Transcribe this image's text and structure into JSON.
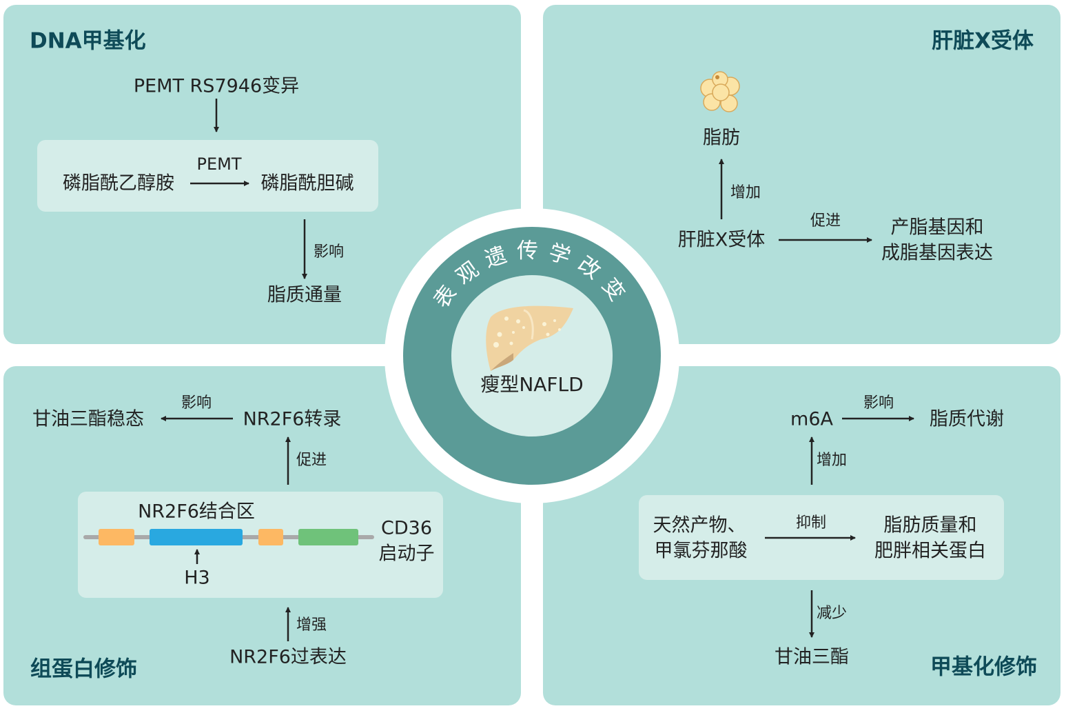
{
  "center": {
    "ring_text": "表观遗传学改变",
    "label": "瘦型NAFLD"
  },
  "dna_methylation": {
    "title": "DNA甲基化",
    "variant": "PEMT RS7946变异",
    "enzyme": "PEMT",
    "substrate": "磷脂酰乙醇胺",
    "product": "磷脂酰胆碱",
    "effect_label": "影响",
    "outcome": "脂质通量"
  },
  "lxr": {
    "title": "肝脏X受体",
    "fat": "脂肪",
    "increase_label": "增加",
    "receptor": "肝脏X受体",
    "promote_label": "促进",
    "genes_line1": "产脂基因和",
    "genes_line2": "成脂基因表达"
  },
  "histone": {
    "title": "组蛋白修饰",
    "homeostasis": "甘油三酯稳态",
    "effect_label": "影响",
    "transcription": "NR2F6转录",
    "promote_label": "促进",
    "binding_region": "NR2F6结合区",
    "h3": "H3",
    "promoter_line1": "CD36",
    "promoter_line2": "启动子",
    "enhance_label": "增强",
    "overexpression": "NR2F6过表达",
    "colors": {
      "orange": "#fdb863",
      "blue": "#29a8e0",
      "green": "#6fc27a",
      "line": "#a9a9a9"
    }
  },
  "methylation_mod": {
    "title": "甲基化修饰",
    "m6a": "m6A",
    "effect_label": "影响",
    "lipid_metabolism": "脂质代谢",
    "increase_label": "增加",
    "natural_line1": "天然产物、",
    "natural_line2": "甲氯芬那酸",
    "inhibit_label": "抑制",
    "target_line1": "脂肪质量和",
    "target_line2": "肥胖相关蛋白",
    "reduce_label": "减少",
    "triglyceride": "甘油三酯"
  }
}
